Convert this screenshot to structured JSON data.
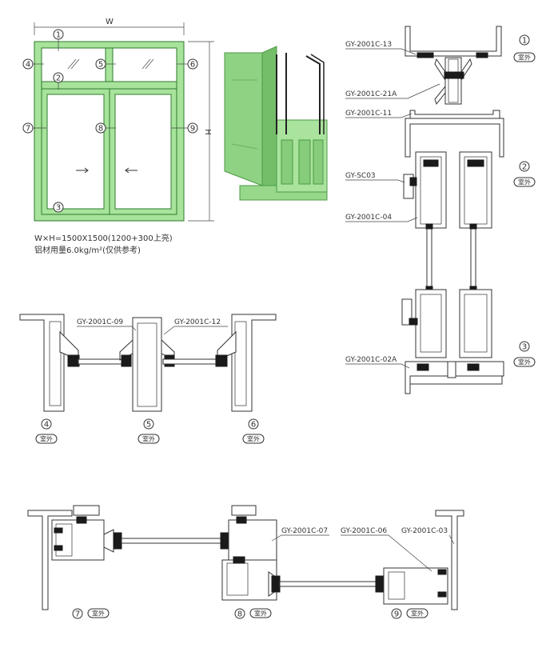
{
  "elevation": {
    "width_label": "W",
    "height_label": "H",
    "markers": [
      "1",
      "2",
      "3",
      "4",
      "5",
      "6",
      "7",
      "8",
      "9"
    ],
    "caption_size": "W×H=1500X1500(1200+300上亮)",
    "caption_weight": "铝材用量6.0kg/m²(仅供参考)",
    "frame_color": "#a7e39b"
  },
  "vertical_section": {
    "parts": [
      "GY-2001C-13",
      "GY-2001C-21A",
      "GY-2001C-11",
      "GY-SC03",
      "GY-2001C-04",
      "GY-2001C-02A"
    ],
    "markers": [
      "1",
      "2",
      "3"
    ],
    "outdoor": "室外"
  },
  "transom_section": {
    "parts": [
      "GY-2001C-09",
      "GY-2001C-12"
    ],
    "markers": [
      "4",
      "5",
      "6"
    ],
    "outdoor": "室外"
  },
  "sash_section": {
    "parts": [
      "GY-2001C-07",
      "GY-2001C-06",
      "GY-2001C-03"
    ],
    "markers": [
      "7",
      "8",
      "9"
    ],
    "outdoor": "室外"
  }
}
